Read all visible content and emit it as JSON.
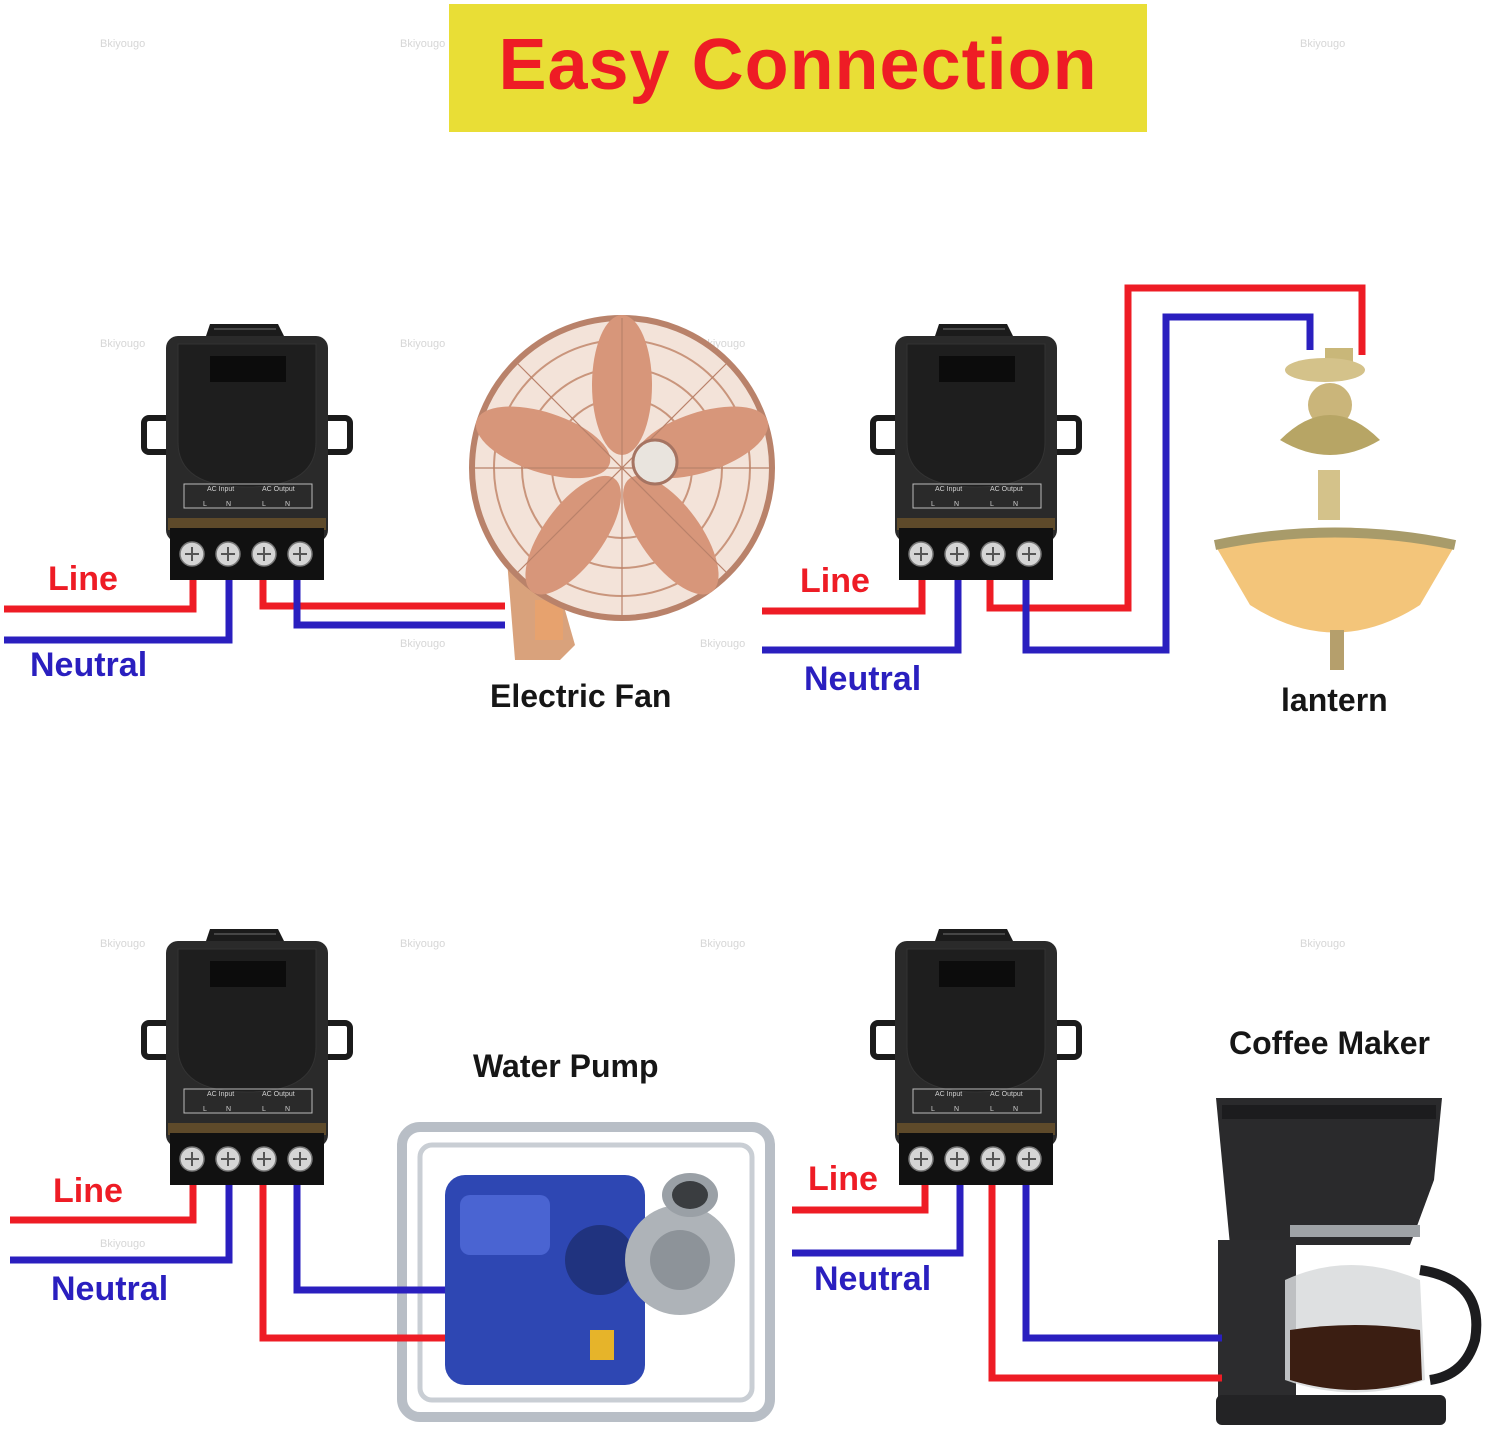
{
  "title": "Easy Connection",
  "colors": {
    "banner": "#e9de36",
    "title": "#ee1c25",
    "line_wire": "#ee1c25",
    "neutral_wire": "#2a1fbf",
    "device_label": "#161616"
  },
  "relay": {
    "ac_input": "AC Input",
    "ac_output": "AC Output",
    "terminal_l": "L",
    "terminal_n": "N"
  },
  "watermark": "Bkiyougo",
  "panels": [
    {
      "device": "Electric Fan",
      "line_label": "Line",
      "neutral_label": "Neutral"
    },
    {
      "device": "lantern",
      "line_label": "Line",
      "neutral_label": "Neutral"
    },
    {
      "device": "Water Pump",
      "line_label": "Line",
      "neutral_label": "Neutral"
    },
    {
      "device": "Coffee Maker",
      "line_label": "Line",
      "neutral_label": "Neutral"
    }
  ]
}
